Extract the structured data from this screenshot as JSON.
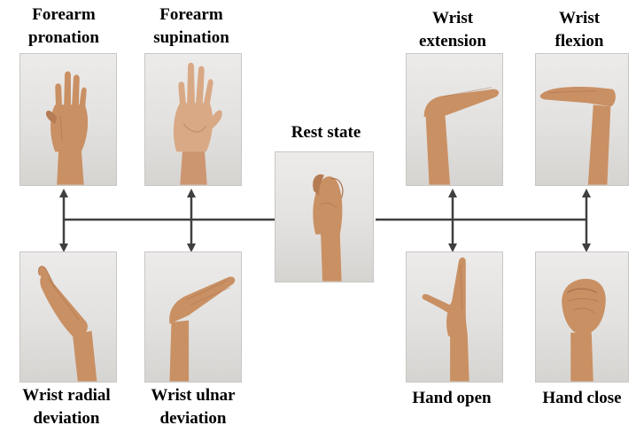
{
  "diagram": {
    "colors": {
      "background": "#ffffff",
      "photo_bg": "#e6e5e3",
      "skin": "#c99064",
      "skin_shadow": "#a8704a",
      "connector": "#3f3f3f"
    },
    "rest": {
      "label": "Rest state"
    },
    "motions": [
      {
        "id": "forearm-pronation",
        "label_lines": [
          "Forearm",
          "pronation"
        ]
      },
      {
        "id": "forearm-supination",
        "label_lines": [
          "Forearm",
          "supination"
        ]
      },
      {
        "id": "wrist-extension",
        "label_lines": [
          "Wrist",
          "extension"
        ]
      },
      {
        "id": "wrist-flexion",
        "label_lines": [
          "Wrist",
          "flexion"
        ]
      },
      {
        "id": "wrist-radial-deviation",
        "label_lines": [
          "Wrist radial",
          "deviation"
        ]
      },
      {
        "id": "wrist-ulnar-deviation",
        "label_lines": [
          "Wrist ulnar",
          "deviation"
        ]
      },
      {
        "id": "hand-open",
        "label_lines": [
          "Hand open"
        ]
      },
      {
        "id": "hand-close",
        "label_lines": [
          "Hand close"
        ]
      }
    ]
  }
}
